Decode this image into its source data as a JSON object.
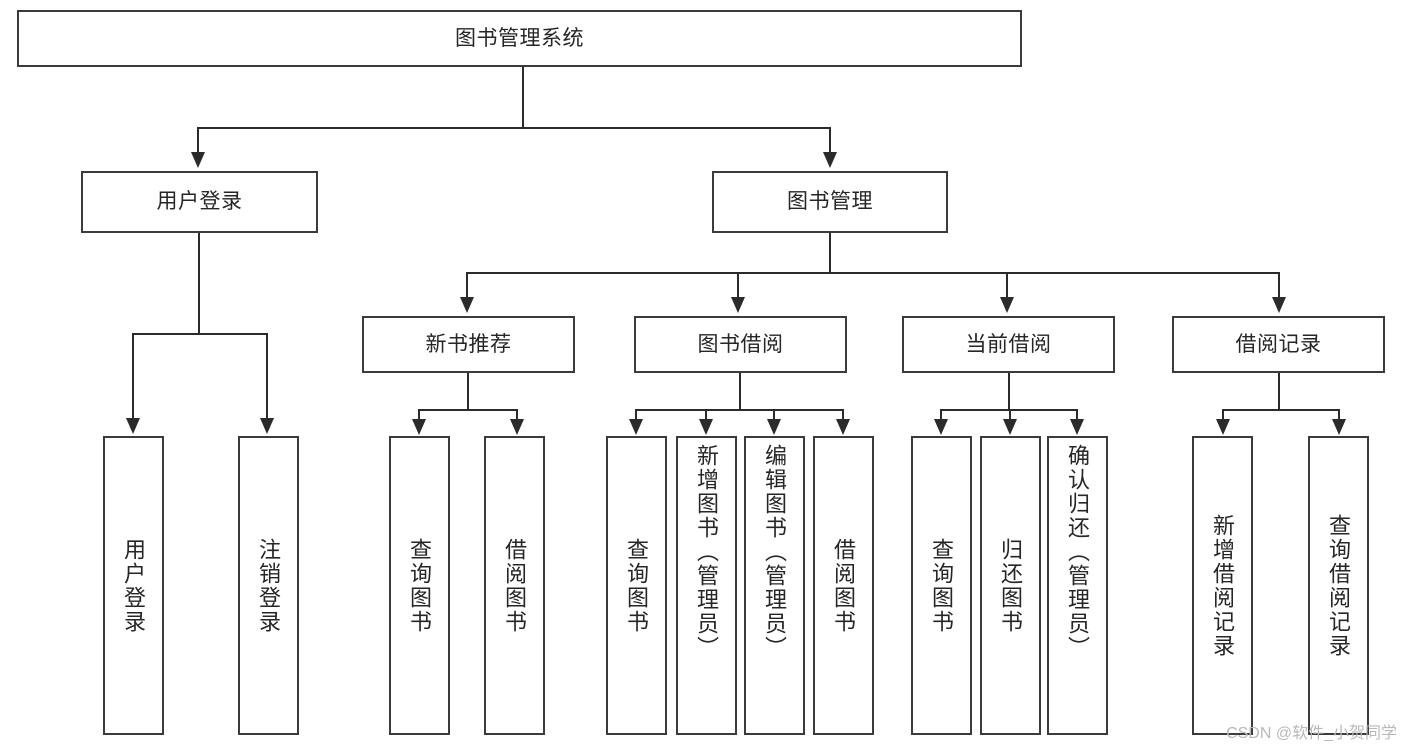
{
  "diagram": {
    "title": "图书管理系统",
    "type": "tree-hierarchy",
    "root": {
      "label": "图书管理系统"
    },
    "level1": [
      {
        "label": "用户登录"
      },
      {
        "label": "图书管理"
      }
    ],
    "level2": [
      {
        "label": "新书推荐"
      },
      {
        "label": "图书借阅"
      },
      {
        "label": "当前借阅"
      },
      {
        "label": "借阅记录"
      }
    ],
    "leaves": {
      "user_login": [
        {
          "label": "用户登录"
        },
        {
          "label": "注销登录"
        }
      ],
      "new_book_recommend": [
        {
          "label": "查询图书"
        },
        {
          "label": "借阅图书"
        }
      ],
      "book_borrow": [
        {
          "label": "查询图书"
        },
        {
          "label": "新增图书（管理员）"
        },
        {
          "label": "编辑图书（管理员）"
        },
        {
          "label": "借阅图书"
        }
      ],
      "current_borrow": [
        {
          "label": "查询图书"
        },
        {
          "label": "归还图书"
        },
        {
          "label": "确认归还（管理员）"
        }
      ],
      "borrow_record": [
        {
          "label": "新增借阅记录"
        },
        {
          "label": "查询借阅记录"
        }
      ]
    }
  },
  "watermark": {
    "text": "CSDN @软件_小贺同学"
  },
  "colors": {
    "stroke": "#3b3b3b",
    "connector": "#2b2b2b",
    "text": "#262626",
    "background": "#ffffff",
    "watermark": "#b9b9b9"
  }
}
